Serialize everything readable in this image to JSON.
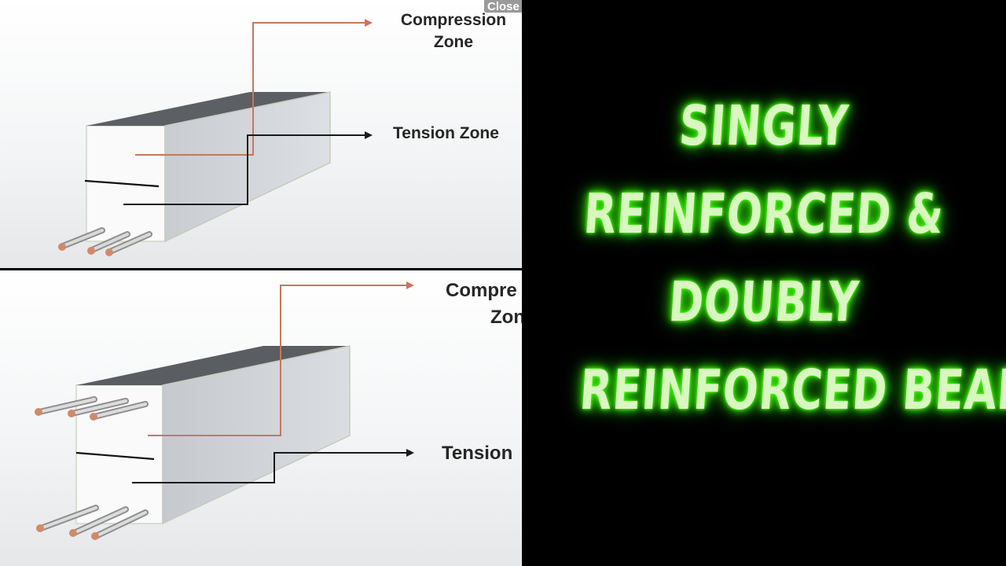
{
  "top_diagram": {
    "compression_label_line1": "Compression",
    "compression_label_line2": "Zone",
    "tension_label": "Tension Zone",
    "close_tab": "Close"
  },
  "bottom_diagram": {
    "compression_label_line1": "Compre",
    "compression_label_line2": "Zon",
    "tension_label": "Tension"
  },
  "title": {
    "line1": "SINGLY",
    "line2": "REINFORCED  &",
    "line3": "DOUBLY",
    "line4": "REINFORCED BEAM"
  },
  "colors": {
    "background": "#000000",
    "title_text": "#d9f7c0",
    "title_glow": "#3cf00c",
    "compression_leader": "#c8765e",
    "tension_leader": "#1a1a1a",
    "rebar_end": "#d08a6a"
  }
}
